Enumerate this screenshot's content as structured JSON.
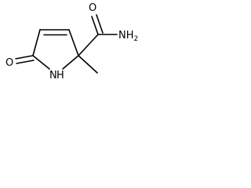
{
  "molecule": {
    "atoms": {
      "ring_nitrogen": "N",
      "ring_nitrogen_hydrogen": "H",
      "carbonyl_oxygen_ring": "O",
      "carbonyl_oxygen_amide": "O",
      "amide_nitrogen_group": "NH",
      "amide_nitrogen_subscript": "2"
    }
  }
}
